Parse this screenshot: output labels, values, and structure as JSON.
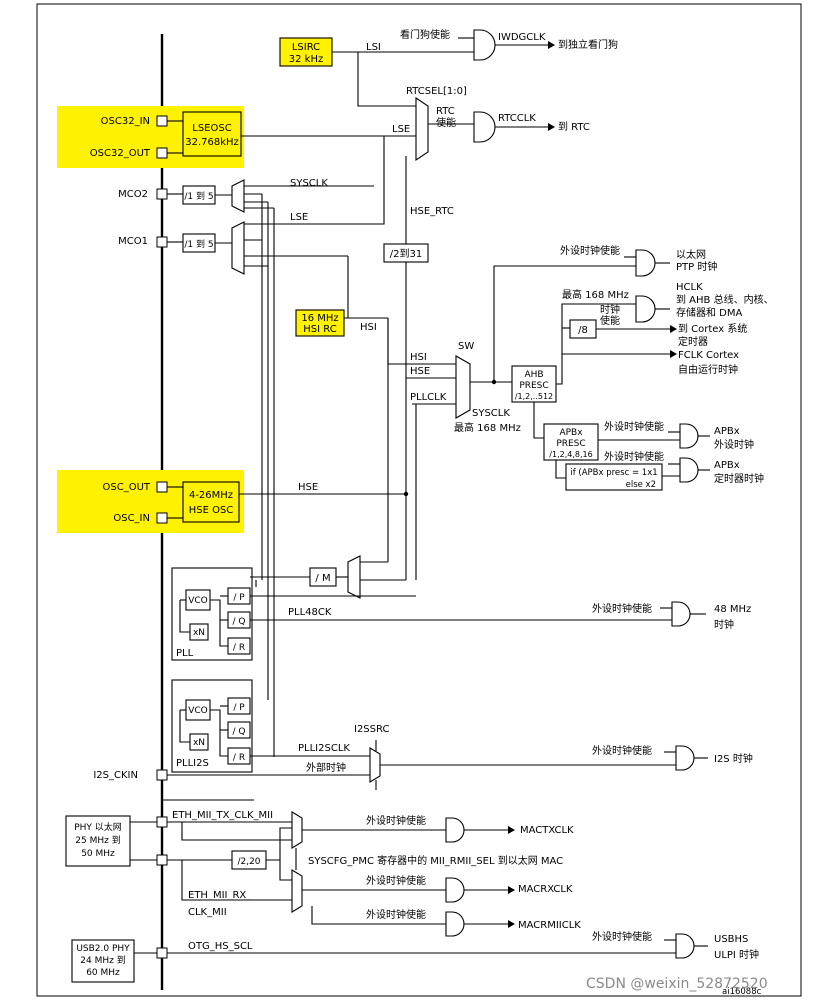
{
  "clk": {
    "lsirc_1": "LSIRC",
    "lsirc_2": "32 kHz",
    "lsi": "LSI",
    "wdg_en": "看门狗使能",
    "iwdgclk": "IWDGCLK",
    "to_iwdg": "到独立看门狗",
    "rtcsel": "RTCSEL[1:0]",
    "rtc_en1": "RTC",
    "rtc_en2": "使能",
    "rtcclk": "RTCCLK",
    "to_rtc": "到 RTC",
    "osc32_in": "OSC32_IN",
    "osc32_out": "OSC32_OUT",
    "lseosc_1": "LSEOSC",
    "lseosc_2": "32.768kHz",
    "lse": "LSE",
    "mco2": "MCO2",
    "mco1": "MCO1",
    "div15": "/1 到 5",
    "sysclk": "SYSCLK",
    "lse2": "LSE",
    "hse_rtc": "HSE_RTC",
    "div231": "/2到31",
    "hsi_1": "16 MHz",
    "hsi_2": "HSI RC",
    "hsi": "HSI",
    "sw": "SW",
    "hsi2": "HSI",
    "hse": "HSE",
    "pllclk": "PLLCLK",
    "ahb_1": "AHB",
    "ahb_2": "PRESC",
    "ahb_3": "/1,2,..512",
    "sysclk2": "SYSCLK",
    "max168": "最高 168 MHz",
    "periph_en": "外设时钟使能",
    "eth_ptp_1": "以太网",
    "eth_ptp_2": "PTP 时钟",
    "max168b": "最高 168 MHz",
    "hclk": "HCLK",
    "hclk_d1": "到 AHB 总线、内核、",
    "hclk_d2": "存储器和 DMA",
    "clk_en1": "时钟",
    "clk_en2": "使能",
    "div8": "/8",
    "cortex_1": "到 Cortex 系统",
    "cortex_2": "定时器",
    "fclk_1": "FCLK Cortex",
    "fclk_2": "自由运行时钟",
    "apb_1": "APBx",
    "apb_2": "PRESC",
    "apb_3": "/1,2,4,8,16",
    "periph_en2": "外设时钟使能",
    "apbx_1": "APBx",
    "apbx_2": "外设时钟",
    "timif_1": "if (APBx presc = 1x1",
    "timif_2": "else x2",
    "periph_en3": "外设时钟使能",
    "apbt_1": "APBx",
    "apbt_2": "定时器时钟",
    "osc_out": "OSC_OUT",
    "osc_in": "OSC_IN",
    "hseosc_1": "4-26MHz",
    "hseosc_2": "HSE OSC",
    "hse2": "HSE",
    "divm": "/ M",
    "vco": "VCO",
    "xn": "xN",
    "divp": "/ P",
    "divq": "/ Q",
    "divr": "/ R",
    "pll": "PLL",
    "pll48ck": "PLL48CK",
    "periph_en4": "外设时钟使能",
    "mhz48_1": "48 MHz",
    "mhz48_2": "时钟",
    "vco2": "VCO",
    "xn2": "xN",
    "divp2": "/ P",
    "divq2": "/ Q",
    "divr2": "/ R",
    "plli2s": "PLLI2S",
    "i2ssrc": "I2SSRC",
    "plli2sclk": "PLLI2SCLK",
    "i2s_ckin": "I2S_CKIN",
    "ext_clk": "外部时钟",
    "periph_en5": "外设时钟使能",
    "i2s_clk": "I2S 时钟",
    "phy_1": "PHY 以太网",
    "phy_2": "25 MHz 到",
    "phy_3": "50 MHz",
    "eth_tx": "ETH_MII_TX_CLK_MII",
    "periph_en6": "外设时钟使能",
    "mactxclk": "MACTXCLK",
    "div220": "/2,20",
    "syscfg": "SYSCFG_PMC 寄存器中的 MII_RMII_SEL 到以太网 MAC",
    "periph_en7": "外设时钟使能",
    "macrxclk": "MACRXCLK",
    "eth_rx1": "ETH_MII_RX_",
    "eth_rx2": "CLK_MII",
    "periph_en8": "外设时钟使能",
    "macrmiiclk": "MACRMIICLK",
    "usbphy_1": "USB2.0 PHY",
    "usbphy_2": "24 MHz 到",
    "usbphy_3": "60 MHz",
    "otg": "OTG_HS_SCL",
    "periph_en9": "外设时钟使能",
    "usbhs_1": "USBHS",
    "usbhs_2": "ULPI 时钟",
    "ref": "ai16088c",
    "watermark": "CSDN @weixin_52872520"
  }
}
